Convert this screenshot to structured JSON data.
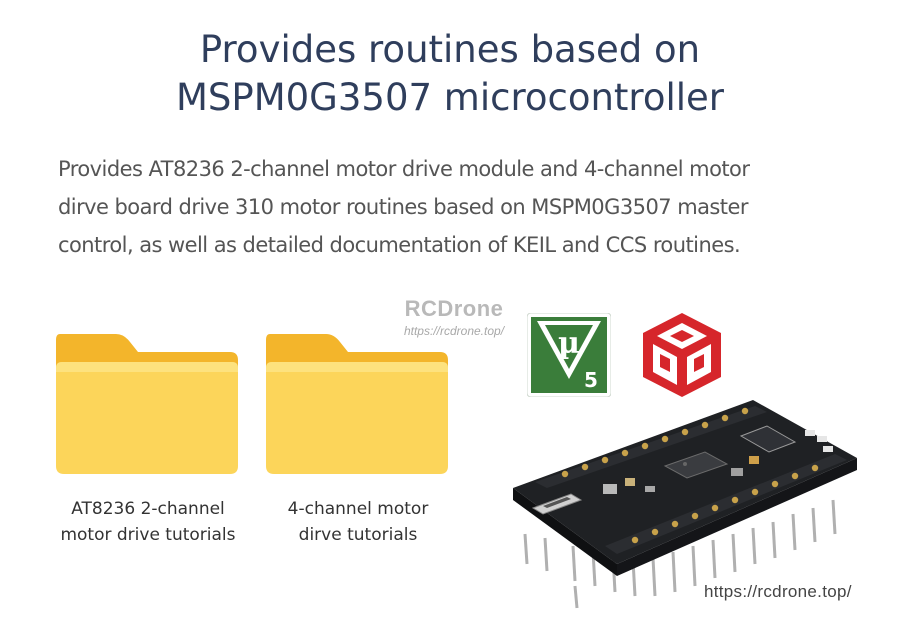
{
  "title_lines": [
    "Provides routines based on",
    "MSPM0G3507 microcontroller"
  ],
  "description_lines": [
    "Provides AT8236 2-channel motor drive module and 4-channel motor",
    "dirve board drive 310 motor routines based on MSPM0G3507 master",
    "control, as well as detailed documentation of KEIL and CCS routines."
  ],
  "folders": [
    {
      "icon": "folder-icon",
      "label_lines": [
        "AT8236 2-channel",
        "motor drive tutorials"
      ]
    },
    {
      "icon": "folder-icon",
      "label_lines": [
        "4-channel motor",
        "dirve tutorials"
      ]
    }
  ],
  "logos": {
    "keil": {
      "icon": "keil-mu5-logo",
      "glyph": "µ",
      "version": "5",
      "color": "#3a7d3a"
    },
    "ccs": {
      "icon": "code-composer-studio-cube-logo",
      "color": "#d6262b"
    }
  },
  "board": {
    "icon": "mspm0g3507-board-image"
  },
  "watermark": {
    "brand": "RCDrone",
    "url_small": "https://rcdrone.top/",
    "url": "https://rcdrone.top/"
  },
  "colors": {
    "title": "#2f3e5c",
    "folder_front": "#fcd55a",
    "folder_back": "#f3b52b"
  }
}
